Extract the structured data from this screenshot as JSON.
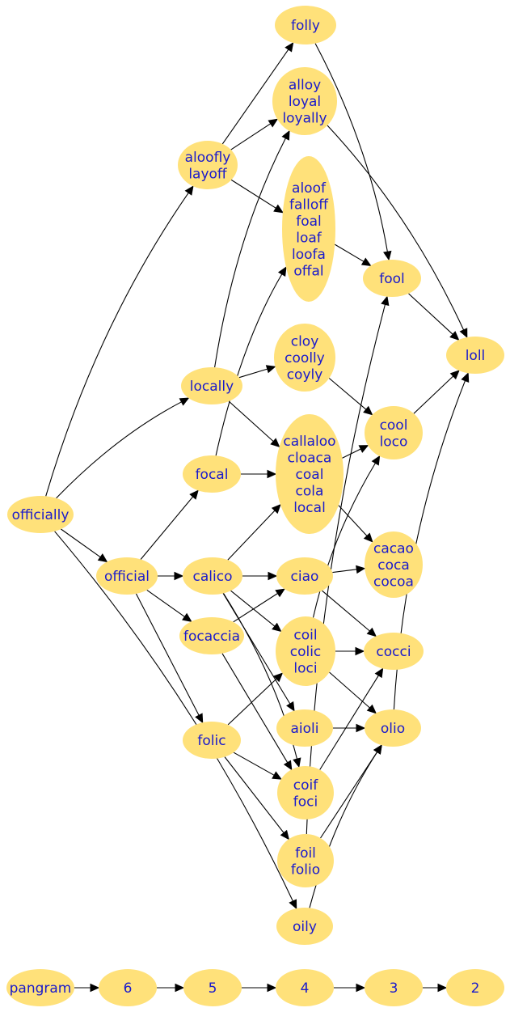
{
  "nodes": [
    {
      "id": "folly",
      "lines": [
        "folly"
      ]
    },
    {
      "id": "alloy",
      "lines": [
        "alloy",
        "loyal",
        "loyally"
      ]
    },
    {
      "id": "aloofly",
      "lines": [
        "aloofly",
        "layoff"
      ]
    },
    {
      "id": "aloof",
      "lines": [
        "aloof",
        "falloff",
        "foal",
        "loaf",
        "loofa",
        "offal"
      ]
    },
    {
      "id": "fool",
      "lines": [
        "fool"
      ]
    },
    {
      "id": "loll",
      "lines": [
        "loll"
      ]
    },
    {
      "id": "cloy",
      "lines": [
        "cloy",
        "coolly",
        "coyly"
      ]
    },
    {
      "id": "locally",
      "lines": [
        "locally"
      ]
    },
    {
      "id": "cool",
      "lines": [
        "cool",
        "loco"
      ]
    },
    {
      "id": "callaloo",
      "lines": [
        "callaloo",
        "cloaca",
        "coal",
        "cola",
        "local"
      ]
    },
    {
      "id": "focal",
      "lines": [
        "focal"
      ]
    },
    {
      "id": "officially",
      "lines": [
        "officially"
      ]
    },
    {
      "id": "cacao",
      "lines": [
        "cacao",
        "coca",
        "cocoa"
      ]
    },
    {
      "id": "official",
      "lines": [
        "official"
      ]
    },
    {
      "id": "calico",
      "lines": [
        "calico"
      ]
    },
    {
      "id": "ciao",
      "lines": [
        "ciao"
      ]
    },
    {
      "id": "focaccia",
      "lines": [
        "focaccia"
      ]
    },
    {
      "id": "coil",
      "lines": [
        "coil",
        "colic",
        "loci"
      ]
    },
    {
      "id": "cocci",
      "lines": [
        "cocci"
      ]
    },
    {
      "id": "aioli",
      "lines": [
        "aioli"
      ]
    },
    {
      "id": "olio",
      "lines": [
        "olio"
      ]
    },
    {
      "id": "folic",
      "lines": [
        "folic"
      ]
    },
    {
      "id": "coif",
      "lines": [
        "coif",
        "foci"
      ]
    },
    {
      "id": "foil",
      "lines": [
        "foil",
        "folio"
      ]
    },
    {
      "id": "oily",
      "lines": [
        "oily"
      ]
    },
    {
      "id": "pangram",
      "lines": [
        "pangram"
      ]
    },
    {
      "id": "n6",
      "lines": [
        "6"
      ]
    },
    {
      "id": "n5",
      "lines": [
        "5"
      ]
    },
    {
      "id": "n4",
      "lines": [
        "4"
      ]
    },
    {
      "id": "n3",
      "lines": [
        "3"
      ]
    },
    {
      "id": "n2",
      "lines": [
        "2"
      ]
    }
  ],
  "edges": [
    [
      "aloofly",
      "folly"
    ],
    [
      "aloofly",
      "alloy"
    ],
    [
      "aloofly",
      "aloof"
    ],
    [
      "folly",
      "fool"
    ],
    [
      "alloy",
      "loll"
    ],
    [
      "aloof",
      "fool"
    ],
    [
      "fool",
      "loll"
    ],
    [
      "locally",
      "alloy"
    ],
    [
      "locally",
      "cloy"
    ],
    [
      "locally",
      "callaloo"
    ],
    [
      "focal",
      "aloof"
    ],
    [
      "focal",
      "callaloo"
    ],
    [
      "officially",
      "aloofly"
    ],
    [
      "officially",
      "locally"
    ],
    [
      "officially",
      "official"
    ],
    [
      "officially",
      "oily"
    ],
    [
      "cloy",
      "cool"
    ],
    [
      "cool",
      "loll"
    ],
    [
      "callaloo",
      "cool"
    ],
    [
      "callaloo",
      "cacao"
    ],
    [
      "official",
      "focal"
    ],
    [
      "official",
      "calico"
    ],
    [
      "official",
      "focaccia"
    ],
    [
      "official",
      "folic"
    ],
    [
      "calico",
      "callaloo"
    ],
    [
      "calico",
      "ciao"
    ],
    [
      "calico",
      "coil"
    ],
    [
      "calico",
      "aioli"
    ],
    [
      "calico",
      "coif"
    ],
    [
      "ciao",
      "cacao"
    ],
    [
      "ciao",
      "cocci"
    ],
    [
      "focaccia",
      "ciao"
    ],
    [
      "focaccia",
      "coif"
    ],
    [
      "coil",
      "cool"
    ],
    [
      "coil",
      "cocci"
    ],
    [
      "coil",
      "olio"
    ],
    [
      "aioli",
      "olio"
    ],
    [
      "olio",
      "loll"
    ],
    [
      "folic",
      "coil"
    ],
    [
      "folic",
      "coif"
    ],
    [
      "folic",
      "foil"
    ],
    [
      "coif",
      "cocci"
    ],
    [
      "foil",
      "fool"
    ],
    [
      "foil",
      "olio"
    ],
    [
      "oily",
      "olio"
    ],
    [
      "pangram",
      "n6"
    ],
    [
      "n6",
      "n5"
    ],
    [
      "n5",
      "n4"
    ],
    [
      "n4",
      "n3"
    ],
    [
      "n3",
      "n2"
    ]
  ]
}
